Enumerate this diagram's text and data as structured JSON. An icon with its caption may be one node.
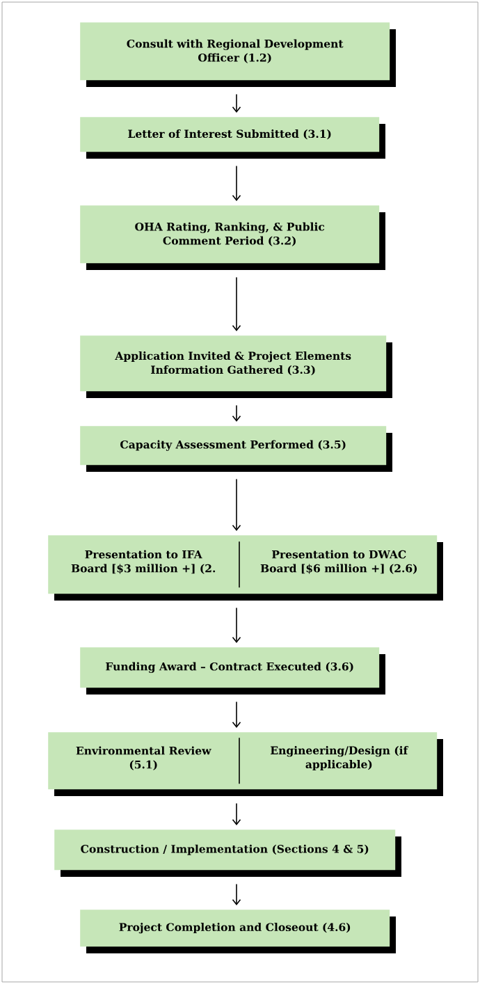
{
  "diagram": {
    "nodes": [
      {
        "text": [
          "Consult with Regional Development Officer (1.2)"
        ]
      },
      {
        "text": [
          "Letter of Interest Submitted (3.1)"
        ]
      },
      {
        "text": [
          "OHA Rating, Ranking, & Public Comment Period (3.2)"
        ]
      },
      {
        "text": [
          "Application Invited & Project Elements Information Gathered (3.3)"
        ]
      },
      {
        "text": [
          "Capacity Assessment Performed (3.5)"
        ]
      },
      {
        "text": [
          "Presentation to IFA Board [$3 million +] (2.",
          "Presentation to DWAC Board [$6 million +] (2.6)"
        ]
      },
      {
        "text": [
          "Funding Award – Contract Executed (3.6)"
        ]
      },
      {
        "text": [
          "Environmental Review (5.1)",
          "Engineering/Design (if applicable)"
        ]
      },
      {
        "text": [
          "Construction / Implementation (Sections 4 & 5)"
        ]
      },
      {
        "text": [
          "Project Completion and Closeout (4.6)"
        ]
      }
    ],
    "edges": [
      {
        "from": 0,
        "to": 1,
        "arrow": "to"
      },
      {
        "from": 1,
        "to": 2,
        "arrow": "to"
      },
      {
        "from": 2,
        "to": 3,
        "arrow": "to"
      },
      {
        "from": 3,
        "to": 4,
        "arrow": "to"
      },
      {
        "from": 4,
        "to": 5,
        "arrow": "to"
      },
      {
        "from": 5,
        "to": 6,
        "arrow": "to"
      },
      {
        "from": 6,
        "to": 7,
        "arrow": "to"
      },
      {
        "from": 7,
        "to": 8,
        "arrow": "to"
      },
      {
        "from": 8,
        "to": 9,
        "arrow": "to"
      }
    ]
  }
}
